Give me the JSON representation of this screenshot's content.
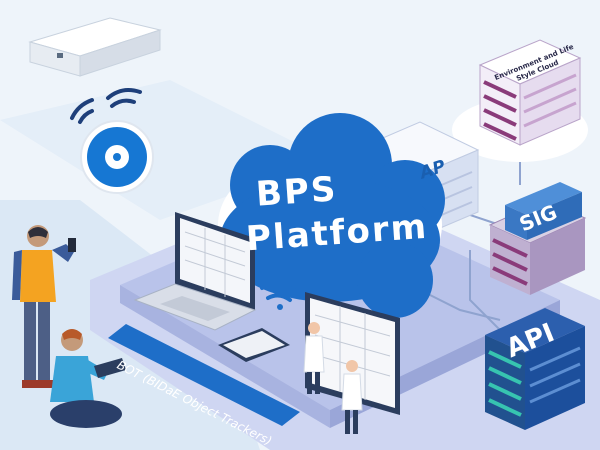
{
  "platform": {
    "title_line1": "BPS",
    "title_line2": "Platform"
  },
  "servers": {
    "ap": "AP",
    "sig": "SIG",
    "api": "API",
    "cloud": "Environment and Life Style Cloud"
  },
  "bot": {
    "label": "BOT (BIDaE Object Trackers)"
  },
  "colors": {
    "platform_blue": "#1e6ec8",
    "server_pink": "#8a3b7a",
    "api_blue": "#1c4f9c",
    "api_teal": "#37c4b0",
    "background": "#eef4fa"
  },
  "icons": [
    "ceiling-beacon-icon",
    "wifi-icon",
    "beacon-puck-icon",
    "laptop-icon",
    "tablet-icon",
    "monitor-icon",
    "person-icon"
  ]
}
